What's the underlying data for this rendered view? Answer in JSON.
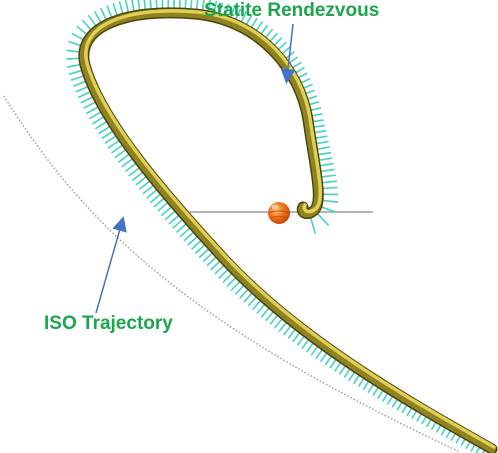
{
  "labels": {
    "statite_rendezvous": "Statite Rendezvous",
    "iso_trajectory": "ISO Trajectory"
  },
  "colors": {
    "label_text": "#1aa64a",
    "arrow": "#4472c4",
    "tube_outer": "#5a5010",
    "tube_inner": "#d6c23a",
    "tube_highlight": "#f2eaa0",
    "thrust_vectors": "#45d2c4",
    "iso_path": "#9a9a9a",
    "sun_body": "#e8590c",
    "sun_highlight": "#ffb070",
    "axis_line": "#8a8a8a"
  },
  "objects": {
    "sun": "sun-sphere",
    "axis": "reference-axis",
    "iso_trajectory_path": "dotted-grey-curve",
    "statite_trajectory_path": "olive-tube-spiral-with-cyan-vectors"
  }
}
